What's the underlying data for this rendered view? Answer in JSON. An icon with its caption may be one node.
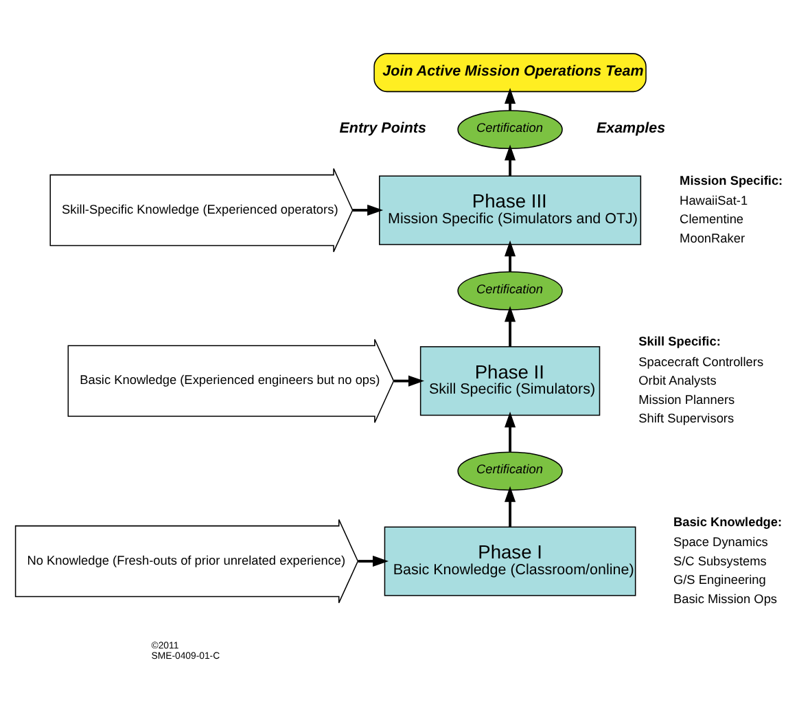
{
  "diagram": {
    "nodes": [
      {
        "text": [
          "Join Active Mission Operations Team"
        ]
      },
      {
        "text": [
          "Certification"
        ]
      },
      {
        "text": [
          "Phase III",
          "Mission Specific (Simulators and OTJ)"
        ]
      },
      {
        "text": [
          "Certification"
        ]
      },
      {
        "text": [
          "Phase II",
          "Skill Specific (Simulators)"
        ]
      },
      {
        "text": [
          "Certification"
        ]
      },
      {
        "text": [
          "Phase I",
          "Basic Knowledge (Classroom/online)"
        ]
      },
      {
        "text": [
          "Skill-Specific Knowledge (Experienced operators)"
        ]
      },
      {
        "text": [
          "Basic Knowledge (Experienced engineers but no ops)"
        ]
      },
      {
        "text": [
          "No Knowledge (Fresh-outs of prior unrelated experience)"
        ]
      }
    ],
    "edges": [
      {
        "from": 6,
        "to": 5,
        "arrow": "to"
      },
      {
        "from": 5,
        "to": 4,
        "arrow": "to"
      },
      {
        "from": 4,
        "to": 3,
        "arrow": "to"
      },
      {
        "from": 3,
        "to": 2,
        "arrow": "to"
      },
      {
        "from": 2,
        "to": 1,
        "arrow": "to"
      },
      {
        "from": 1,
        "to": 0,
        "arrow": "to"
      },
      {
        "from": 7,
        "to": 2,
        "arrow": "to"
      },
      {
        "from": 8,
        "to": 4,
        "arrow": "to"
      },
      {
        "from": 9,
        "to": 6,
        "arrow": "to"
      }
    ],
    "labels": [
      "Entry Points",
      "Examples",
      "Mission Specific:",
      "HawaiiSat-1",
      "Clementine",
      "MoonRaker",
      "Skill Specific:",
      "Spacecraft Controllers",
      "Orbit Analysts",
      "Mission Planners",
      "Shift Supervisors",
      "Basic Knowledge:",
      "Space Dynamics",
      "S/C Subsystems",
      "G/S Engineering",
      "Basic Mission Ops",
      "©2011",
      "SME-0409-01-C"
    ]
  }
}
